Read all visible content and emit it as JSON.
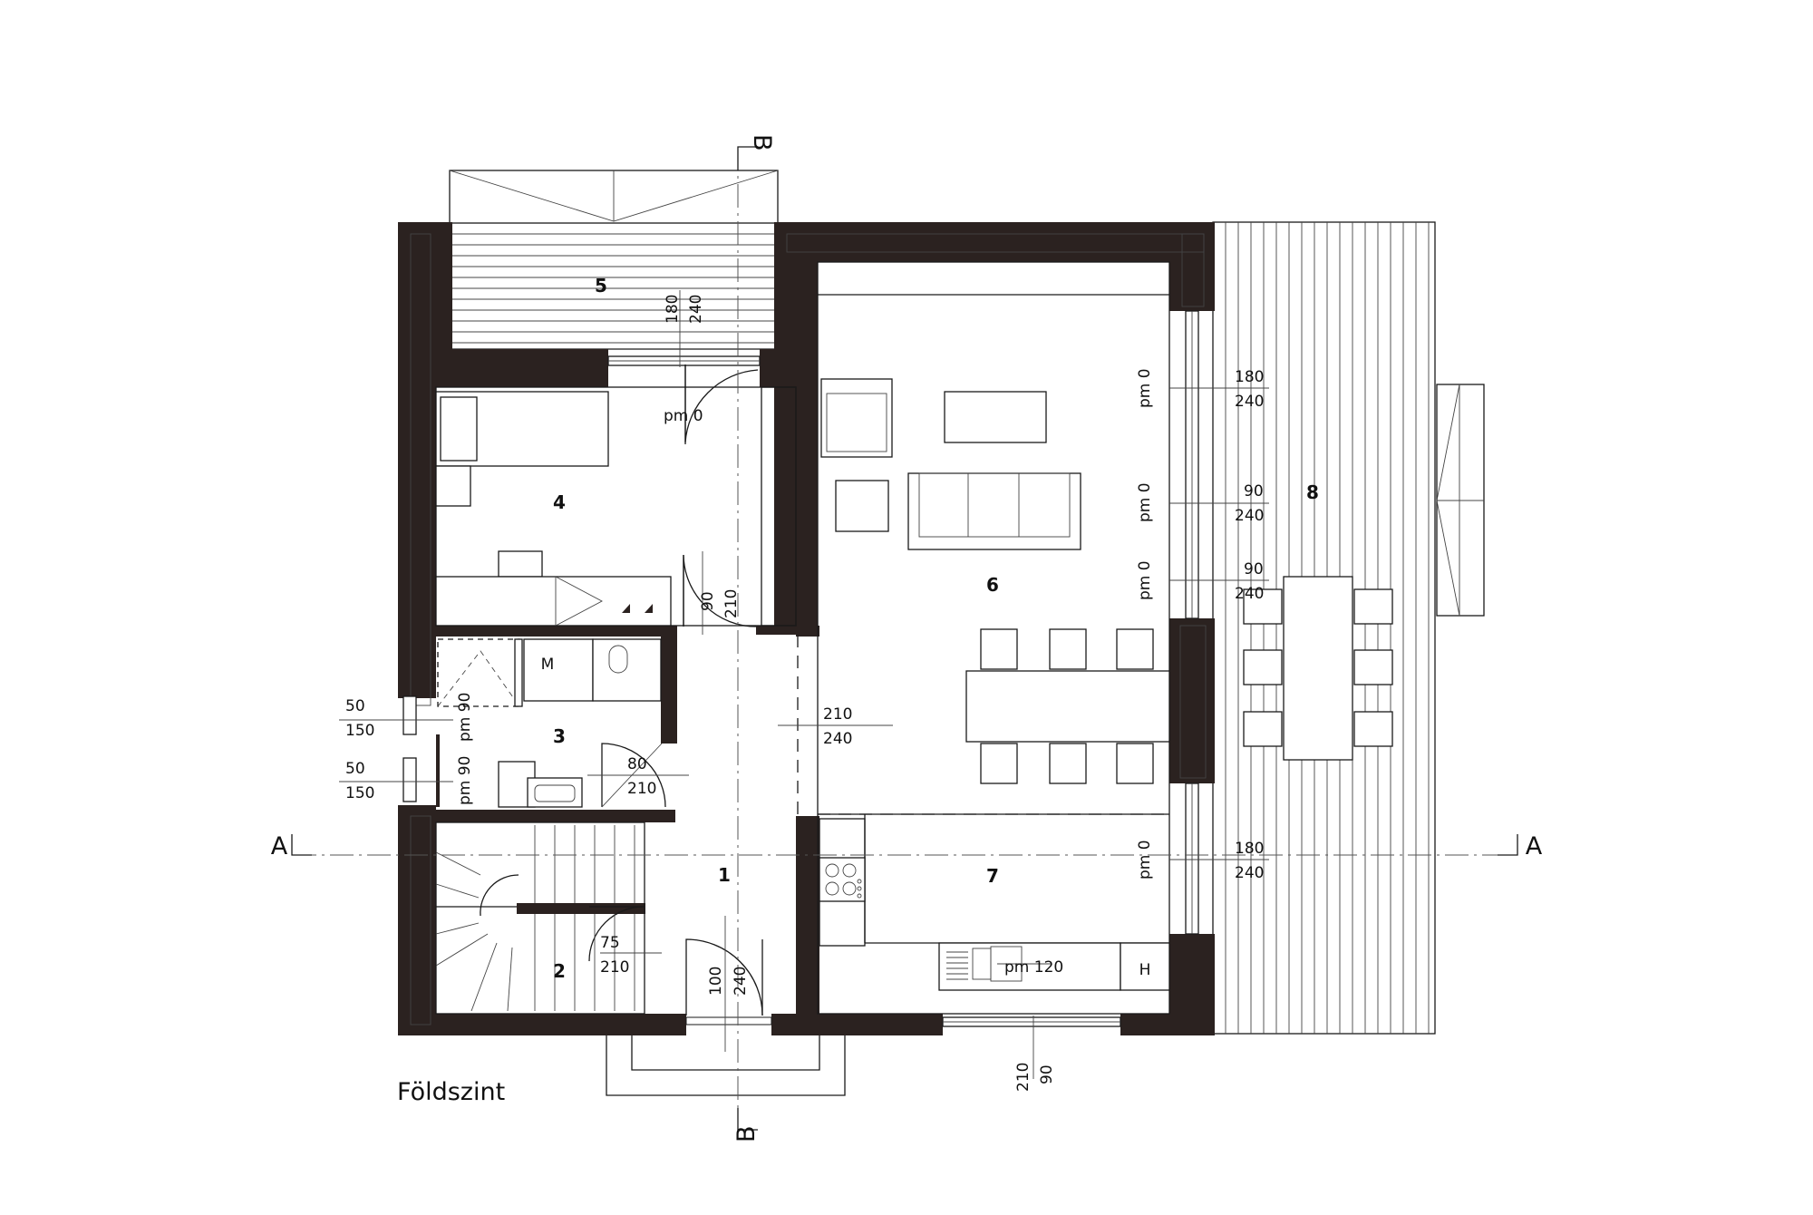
{
  "colors": {
    "wall": "#2b2220",
    "line": "#1a1a1a",
    "background": "#ffffff"
  },
  "caption": "Földszint",
  "rooms": {
    "r1": "1",
    "r2": "2",
    "r3": "3",
    "r4": "4",
    "r5": "5",
    "r6": "6",
    "r7": "7",
    "r8": "8"
  },
  "section_marks": {
    "a_left": "A",
    "a_right": "A",
    "b_top": "B",
    "b_bottom": "B"
  },
  "appliance_labels": {
    "m": "M",
    "h": "H"
  },
  "dims": {
    "d5_180": "180",
    "d5_240": "240",
    "pm0_balcony": "pm 0",
    "d4_90": "90",
    "d4_210": "210",
    "r3_w1_50": "50",
    "r3_w1_150": "150",
    "r3_w2_50": "50",
    "r3_w2_150": "150",
    "pm90_a": "pm 90",
    "pm90_b": "pm 90",
    "d3_80": "80",
    "d3_210": "210",
    "open_210": "210",
    "open_240": "240",
    "d2_75": "75",
    "d2_210": "210",
    "d1_100": "100",
    "d1_240": "240",
    "pm120": "pm 120",
    "d7b_210": "210",
    "d7b_90": "90",
    "pm0_w1": "pm 0",
    "w1_180": "180",
    "w1_240": "240",
    "pm0_w2": "pm 0",
    "w2_90": "90",
    "w2_240": "240",
    "pm0_w3": "pm 0",
    "w3_90": "90",
    "w3_240": "240",
    "pm0_w4": "pm 0",
    "w4_180": "180",
    "w4_240": "240"
  }
}
